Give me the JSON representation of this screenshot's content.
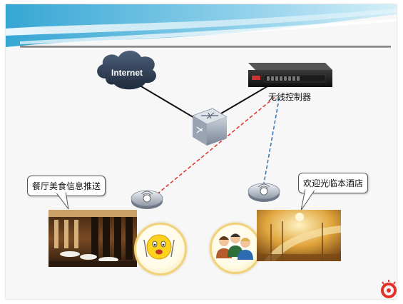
{
  "diagram": {
    "cloud_label": "Internet",
    "controller_label": "无线控制器",
    "left_callout": "餐厅美食信息推送",
    "right_callout": "欢迎光临本酒店"
  },
  "colors": {
    "left_link": "#e0322b",
    "right_link": "#2f6fb0",
    "wired_link": "#111111",
    "banner": "#3aa9d6"
  },
  "icons": {
    "cloud": "cloud-icon",
    "controller": "wireless-controller-icon",
    "switch": "switch-icon",
    "access_point": "access-point-icon",
    "smiley": "smiley-icon",
    "people": "people-icon",
    "logo": "brand-logo-icon"
  }
}
